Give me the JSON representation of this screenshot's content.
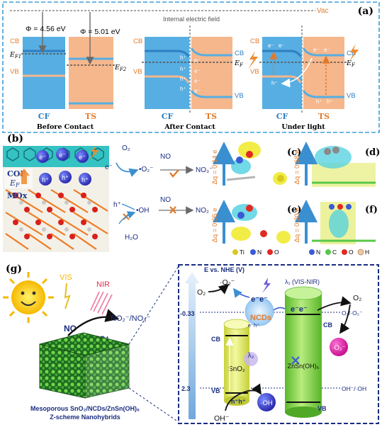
{
  "panel_a": {
    "label": "(a)",
    "vac": "Vac",
    "phi_cf": "Φ = 4.56 eV",
    "phi_ts": "Φ = 5.01 eV",
    "cb": "CB",
    "vb": "VB",
    "ef1": "E",
    "ef1_sub": "F1",
    "ef2": "E",
    "ef2_sub": "F2",
    "ef": "E",
    "ef_sub": "F",
    "cf": "CF",
    "ts": "TS",
    "internal_field": "Internal electric field",
    "before": "Before Contact",
    "after": "After Contact",
    "under_light": "Under light",
    "electron": "e⁻",
    "hole": "h⁺"
  },
  "panel_b": {
    "label": "(b)",
    "cof": "COF",
    "mox": "MOx",
    "ef": "E",
    "ef_sub": "F",
    "o2": "O₂",
    "o2_radical": "•O₂⁻",
    "no": "NO",
    "no3": "NO₃⁻",
    "h_plus": "h⁺",
    "oh_radical": "•OH",
    "no_2": "NO",
    "no2": "NO₂",
    "h2o": "H₂O",
    "e_minus": "e⁻"
  },
  "panel_c": {
    "label": "(c)",
    "dq": "Δq = 0.14 e"
  },
  "panel_d": {
    "label": "(d)",
    "dq": "Δq = 0.68 e"
  },
  "panel_e": {
    "label": "(e)",
    "dq": "Δq = 0.05 e"
  },
  "panel_f": {
    "label": "(f)",
    "dq": "Δq = 0.20 e"
  },
  "legend_ce": [
    "Ti",
    "N",
    "O"
  ],
  "legend_df": [
    "N",
    "C",
    "O",
    "H"
  ],
  "panel_g": {
    "label": "(g)",
    "vis": "VIS",
    "nir": "NIR",
    "no": "NO",
    "no_plus": "NO⁺",
    "products": "NO₂⁻/NO₃⁻",
    "caption_line1": "Mesoporous SnO₂/NCDs/ZnSn(OH)₆",
    "caption_line2": "Z-scheme Nanohybrids",
    "axis": "E vs. NHE (V)",
    "lambda1": "λ₁ (VIS-NIR)",
    "lambda2": "λ₂",
    "o2_left": "O₂",
    "o2_rad_left": "·O₂⁻",
    "o2_right": "O₂",
    "o2_rad_right": "·O₂⁻",
    "ncds": "NCDs",
    "cb": "CB",
    "vb": "VB",
    "cb2": "CB",
    "vb2": "VB",
    "sno2": "SnO₂",
    "znsn": "ZnSn(OH)₆",
    "tick1": "-0.33",
    "tick2": "2.3",
    "ref1": "O₂/·O₂⁻",
    "ref2": "OH⁻/·OH",
    "oh_radical": "·OH",
    "oh_minus": "OH⁻",
    "eh_left": "e⁻h⁺",
    "ee": "e⁻e⁻",
    "hh": "h⁺h⁺"
  },
  "colors": {
    "blue": "#56aee2",
    "orange": "#f6b78c",
    "frame": "#3f9fd8",
    "navy": "#1a2d80",
    "yellow": "#e6ee60",
    "green": "#8fd64d"
  }
}
